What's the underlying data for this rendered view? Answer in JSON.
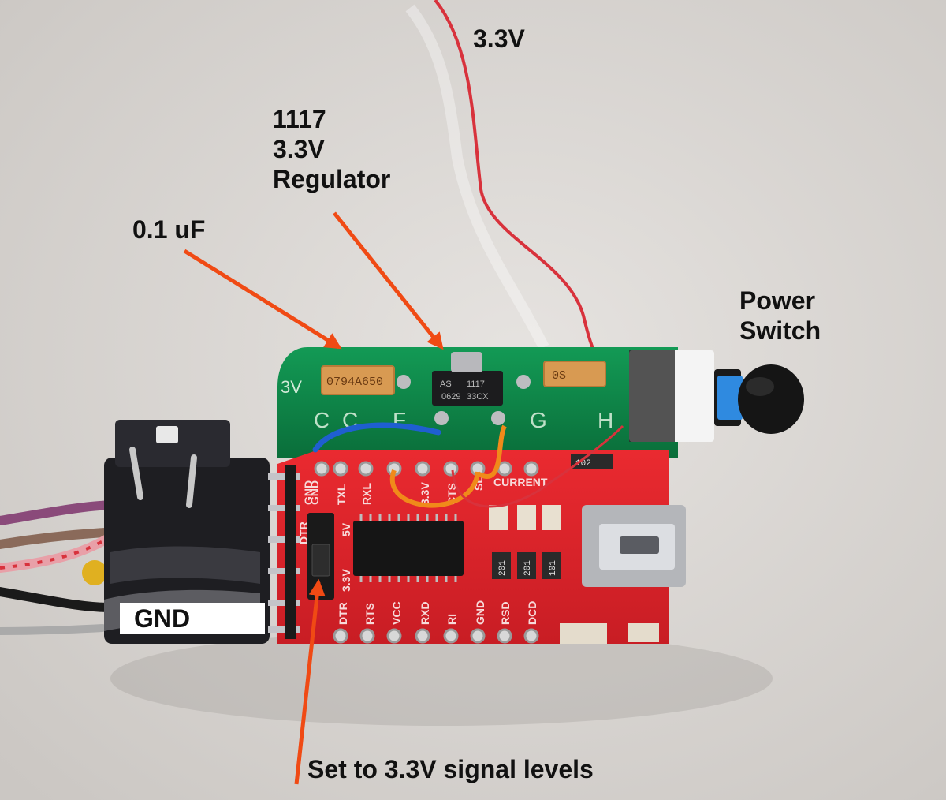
{
  "photo_subject": "USB-serial adapter board with added 3.3V regulator daughterboard",
  "colors": {
    "background": "#d9d6d3",
    "pcb_red": "#e0222a",
    "pcb_green": "#0e8a4a",
    "arrow_orange": "#f04a14",
    "wire_red": "#d8323c",
    "wire_blue": "#1f5fd0",
    "wire_orange": "#f08a1a"
  },
  "annotations": {
    "top_wire": "3.3V",
    "regulator": [
      "1117",
      "3.3V",
      "Regulator"
    ],
    "capacitor": "0.1 uF",
    "switch": [
      "Power",
      "Switch"
    ],
    "ground": "GND",
    "jumper": "Set to 3.3V signal levels"
  },
  "board_silkscreen": {
    "top_pins": [
      "GND",
      "TXL",
      "RXL",
      "3.3V",
      "CTS",
      "SL",
      "CURRENT"
    ],
    "bottom_pins": [
      "DTR",
      "RTS",
      "VCC",
      "RXD",
      "RI",
      "GND",
      "RSD",
      "DCD"
    ],
    "jumper_marks": [
      "5V",
      "3.3V"
    ],
    "header_marks": [
      "GND",
      "DTR"
    ],
    "regulator_marking": [
      "AS",
      "1117",
      "0629",
      "33CX"
    ],
    "capacitor_marking_left": "0794A650",
    "capacitor_marking_right": "0S",
    "resistor_markings": [
      "102",
      "201",
      "201",
      "101"
    ],
    "green_board_letters": [
      "C",
      "C",
      "F",
      "G",
      "H"
    ],
    "green_board_edge": "3V"
  }
}
